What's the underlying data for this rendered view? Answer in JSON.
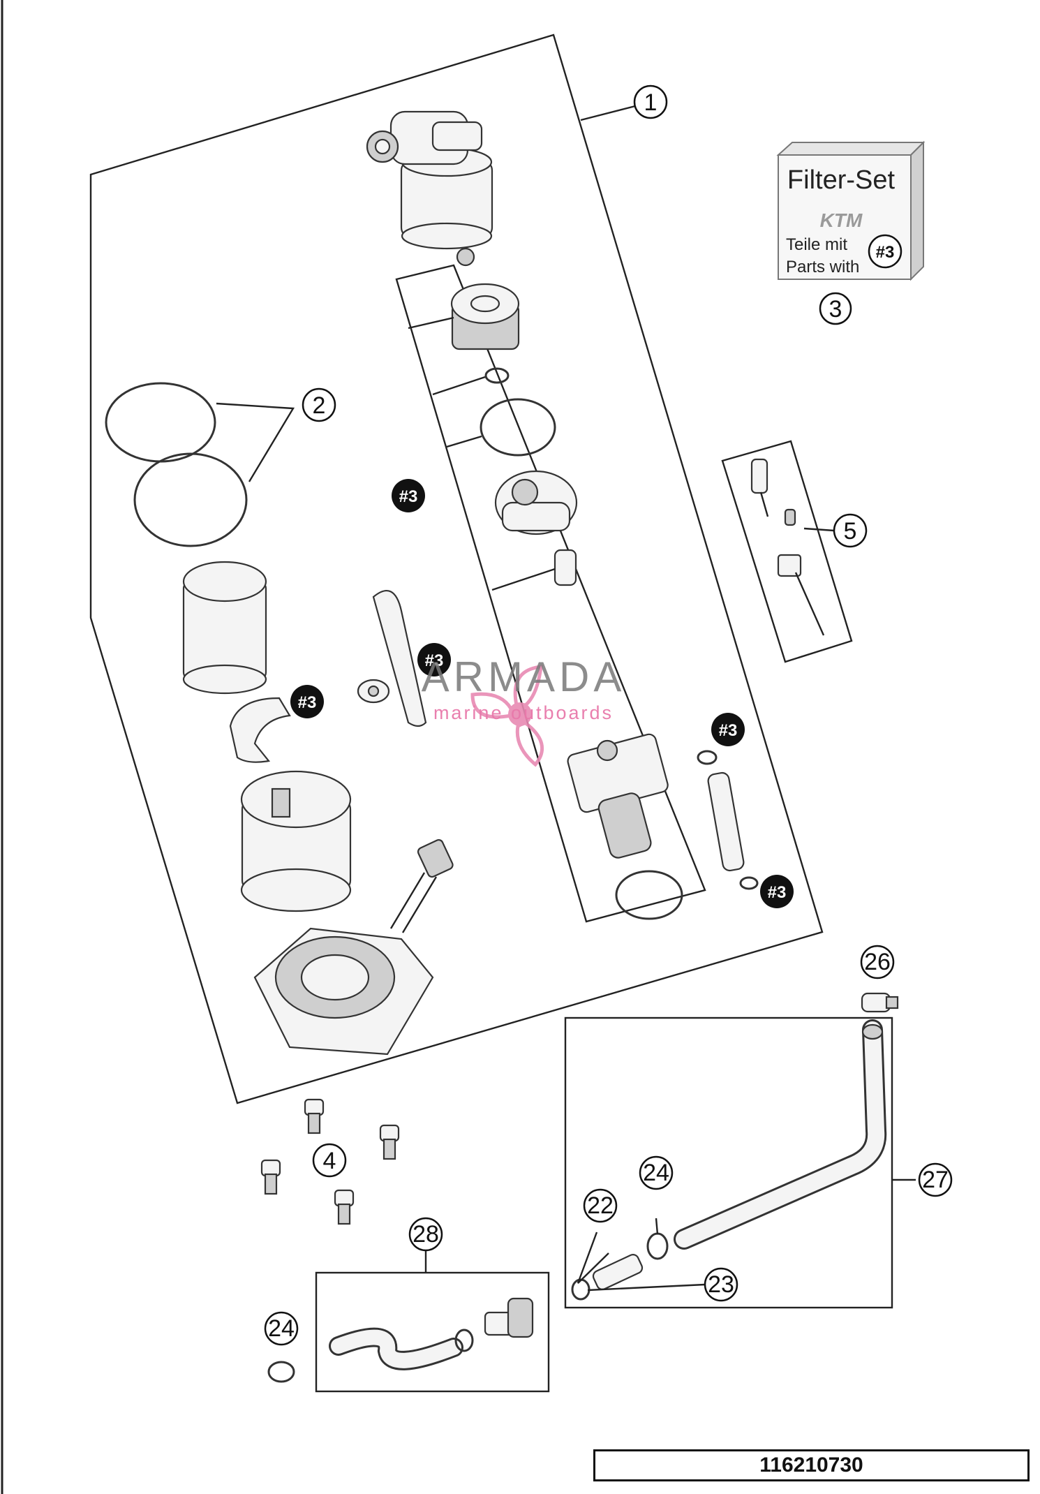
{
  "callouts": {
    "c1": "1",
    "c2": "2",
    "c3": "3",
    "c4": "4",
    "c5": "5",
    "c22": "22",
    "c23": "23",
    "c24a": "24",
    "c24b": "24",
    "c26": "26",
    "c27": "27",
    "c28": "28"
  },
  "tags": [
    "#3",
    "#3",
    "#3",
    "#3",
    "#3",
    "#3"
  ],
  "filter_set": {
    "title": "Filter-Set",
    "brand": "KTM",
    "line1": "Teile mit",
    "line2": "Parts with",
    "tag": "#3"
  },
  "watermark": {
    "title": "ARMADA",
    "subtitle": "marine outboards",
    "logo_icon": "propeller-logo-icon",
    "logo_color": "#e88ab3"
  },
  "document_number": "116210730"
}
